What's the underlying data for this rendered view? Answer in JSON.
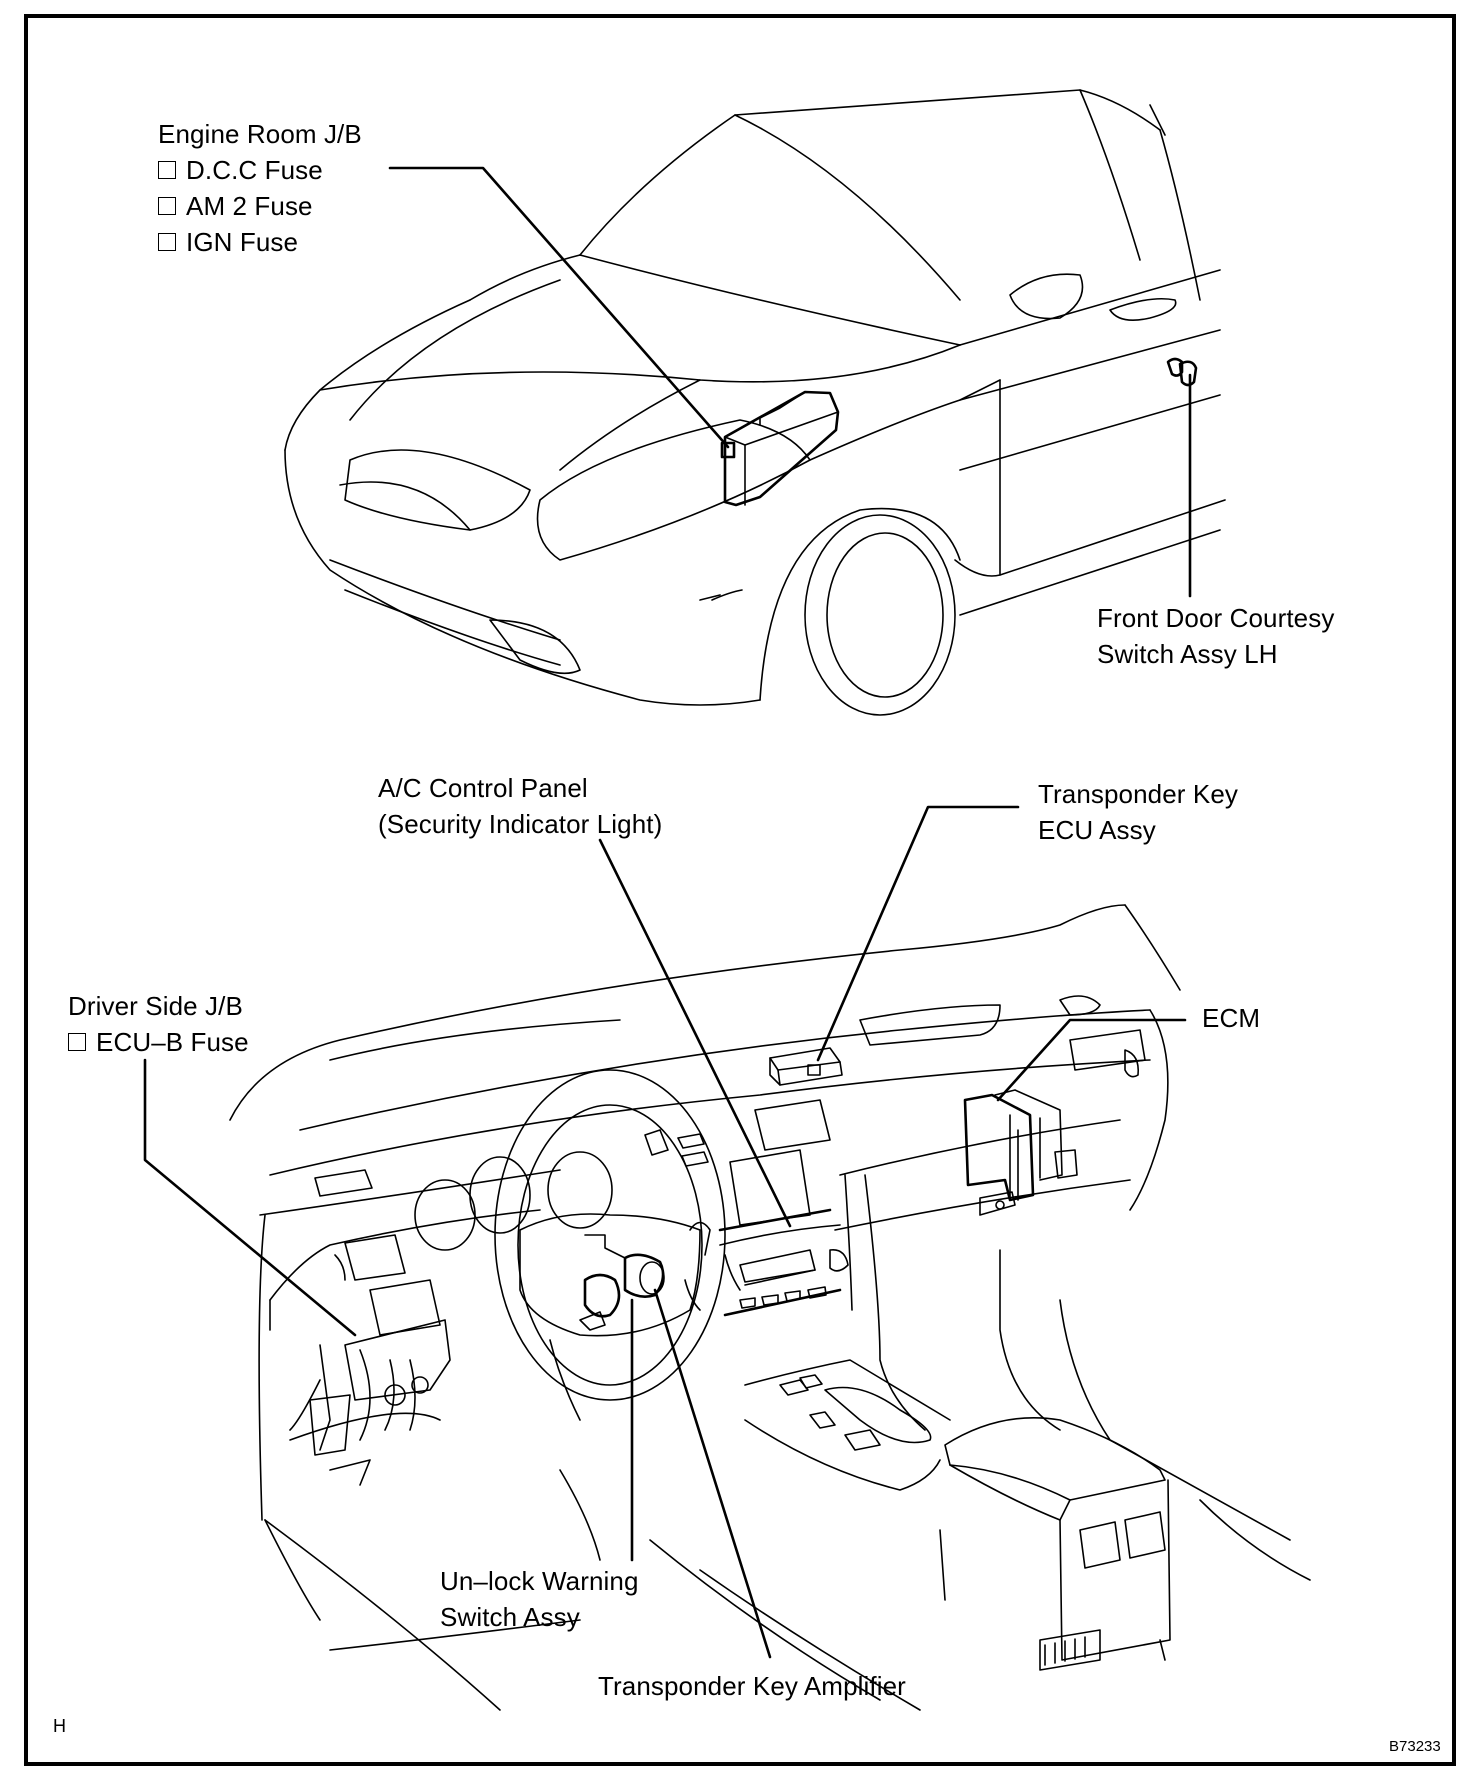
{
  "document": {
    "type": "parts-location-diagram",
    "section_mark": "H",
    "figure_id": "B73233"
  },
  "labels": {
    "engine_room_jb": {
      "title": "Engine Room J/B",
      "fuses": [
        "D.C.C Fuse",
        "AM 2 Fuse",
        "IGN Fuse"
      ]
    },
    "front_door_courtesy": {
      "line1": "Front Door Courtesy",
      "line2": "Switch Assy LH"
    },
    "ac_control_panel": {
      "line1": "A/C Control Panel",
      "line2": "(Security Indicator Light)"
    },
    "transponder_ecu": {
      "line1": "Transponder Key",
      "line2": "ECU Assy"
    },
    "driver_side_jb": {
      "title": "Driver Side J/B",
      "fuses": [
        "ECU–B Fuse"
      ]
    },
    "ecm": {
      "line1": "ECM"
    },
    "unlock_warning": {
      "line1": "Un–lock Warning",
      "line2": "Switch Assy"
    },
    "transponder_amp": {
      "line1": "Transponder Key Amplifier"
    }
  },
  "icons": {
    "fuse_checkbox": "empty-square"
  }
}
